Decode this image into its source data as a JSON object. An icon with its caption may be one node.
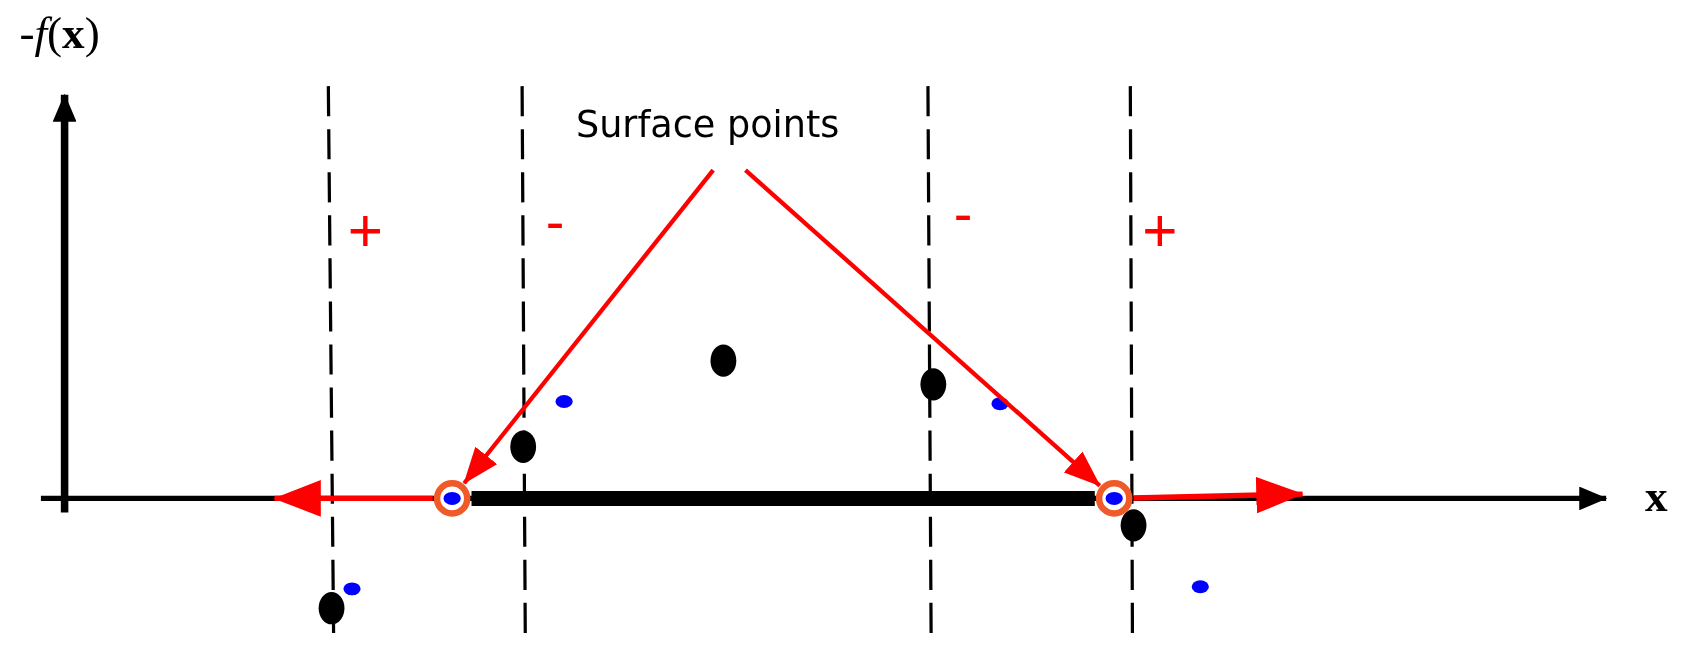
{
  "diagram": {
    "nodes": [
      {
        "text": [
          "Surface points"
        ]
      },
      {
        "text": [],
        "shape": "circle"
      },
      {
        "text": [],
        "shape": "circle"
      }
    ],
    "edges": [
      {
        "from": 0,
        "to": 1,
        "arrow": "to"
      },
      {
        "from": 0,
        "to": 2,
        "arrow": "to"
      },
      {
        "from": 1,
        "to": null,
        "arrow": "to"
      },
      {
        "from": 2,
        "to": null,
        "arrow": "to"
      },
      {
        "from": 1,
        "to": 2,
        "arrow": "none",
        "style": "thick",
        "color": "#000000"
      }
    ],
    "labels": [
      "-*f*(**x**)",
      "+",
      "-",
      "-",
      "+",
      "x"
    ]
  }
}
